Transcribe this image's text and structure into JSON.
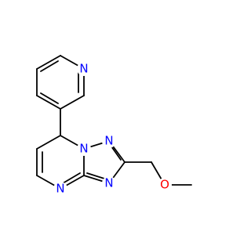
{
  "diagram": {
    "atom_labels": {
      "n_pyridine": "N",
      "n_bridge": "N",
      "n_triazole_top": "N",
      "n_triazole_bottom": "N",
      "n_pyrimidine": "N",
      "o_ether": "O"
    },
    "colors": {
      "nitrogen": "#0000ff",
      "oxygen": "#ff0000",
      "bond": "#000000",
      "background": "#ffffff"
    }
  }
}
